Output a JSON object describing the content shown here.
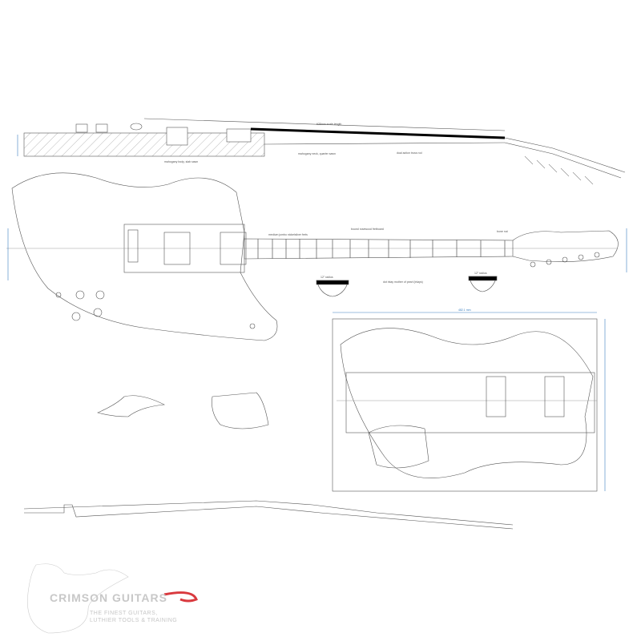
{
  "annotations": {
    "scale_length": "628mm scale length",
    "body_wood": "mahogany body, slab sawn",
    "neck_wood": "mahogany neck, quarter sawn",
    "truss_rod": "dual action truss rod",
    "frets": "medium jumbo nickelsilver frets",
    "fretboard": "bound rosewood fretboard",
    "nut": "bone nut",
    "inlays": "dot inlay mother of pearl (inlays)",
    "radius_1": "12\" radius",
    "radius_2": "12\" radius",
    "body_width": "482.1 mm"
  },
  "logo": {
    "brand": "CRIMSON GUITARS",
    "tagline_1": "THE FINEST GUITARS,",
    "tagline_2": "LUTHIER TOOLS & TRAINING"
  },
  "colors": {
    "line": "#555555",
    "dimension": "#3a7fc0",
    "brand_red": "#d9393e"
  }
}
